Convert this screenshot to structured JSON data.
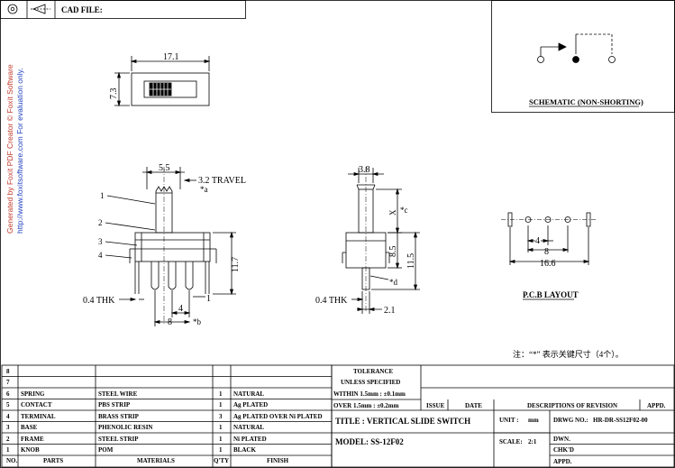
{
  "header": {
    "cad_file_label": "CAD FILE:"
  },
  "watermark": {
    "line1": "Generated by Foxit PDF Creator © Foxit Software",
    "line2": "http://www.foxitsoftware.com   For evaluation only."
  },
  "schematic": {
    "title": "SCHEMATIC (NON-SHORTING)"
  },
  "front_view": {
    "width_dim": "17.1",
    "height_dim": "7.3"
  },
  "side_view": {
    "dim_top": "5.5",
    "travel": "3.2  TRAVEL",
    "star_a": "*a",
    "callouts": [
      "1",
      "2",
      "3",
      "4"
    ],
    "dim_height": "11.7",
    "thk": "0.4  THK",
    "dim_1": "1",
    "dim_4": "4",
    "dim_8": "8",
    "star_b": "*b"
  },
  "end_view": {
    "dim_top": "3.8",
    "x_label": "X",
    "star_c": "*c",
    "dim_85": "8.5",
    "dim_115": "11.5",
    "star_d": "*d",
    "thk": "0.4  THK",
    "dim_21": "2.1"
  },
  "pcb": {
    "dim_4": "4",
    "dim_8": "8",
    "dim_166": "16.6",
    "title": "P.C.B  LAYOUT"
  },
  "note": "注：“*” 表示关键尺寸（4个）。",
  "bom": {
    "headers": {
      "no": "NO.",
      "parts": "PARTS",
      "materials": "MATERIALS",
      "qty": "Q'TY",
      "finish": "FINISH"
    },
    "rows": [
      {
        "no": "8",
        "parts": "",
        "materials": "",
        "qty": "",
        "finish": ""
      },
      {
        "no": "7",
        "parts": "",
        "materials": "",
        "qty": "",
        "finish": ""
      },
      {
        "no": "6",
        "parts": "SPRING",
        "materials": "STEEL WIRE",
        "qty": "1",
        "finish": "NATURAL"
      },
      {
        "no": "5",
        "parts": "CONTACT",
        "materials": "PBS STRIP",
        "qty": "1",
        "finish": "Ag PLATED"
      },
      {
        "no": "4",
        "parts": "TERMINAL",
        "materials": "BRASS STRIP",
        "qty": "3",
        "finish": "Ag PLATED OVER Ni PLATED"
      },
      {
        "no": "3",
        "parts": "BASE",
        "materials": "PHENOLIC RESIN",
        "qty": "1",
        "finish": "NATURAL"
      },
      {
        "no": "2",
        "parts": "FRAME",
        "materials": "STEEL STRIP",
        "qty": "1",
        "finish": "Ni PLATED"
      },
      {
        "no": "1",
        "parts": "KNOB",
        "materials": "POM",
        "qty": "1",
        "finish": "BLACK"
      }
    ]
  },
  "title_block": {
    "tolerance": "TOLERANCE",
    "unless": "UNLESS  SPECIFIED",
    "within": "WITHIN 1.5mm : ±0.1mm",
    "over": "OVER 1.5mm : ±0.2mm",
    "issue": "ISSUE",
    "date": "DATE",
    "descriptions": "DESCRIPTIONS OF REVISION",
    "appd": "APPD.",
    "title": "TITLE :  VERTICAL SLIDE SWITCH",
    "unit_label": "UNIT :",
    "unit_value": "mm",
    "dwg_label": "DRWG NO.:",
    "dwg_value": "HR-DR-SS12F02-00",
    "model": "MODEL:  SS-12F02",
    "scale_label": "SCALE:",
    "scale_value": "2:1",
    "dwn": "DWN.",
    "chkd": "CHK'D",
    "appd2": "APPD."
  }
}
